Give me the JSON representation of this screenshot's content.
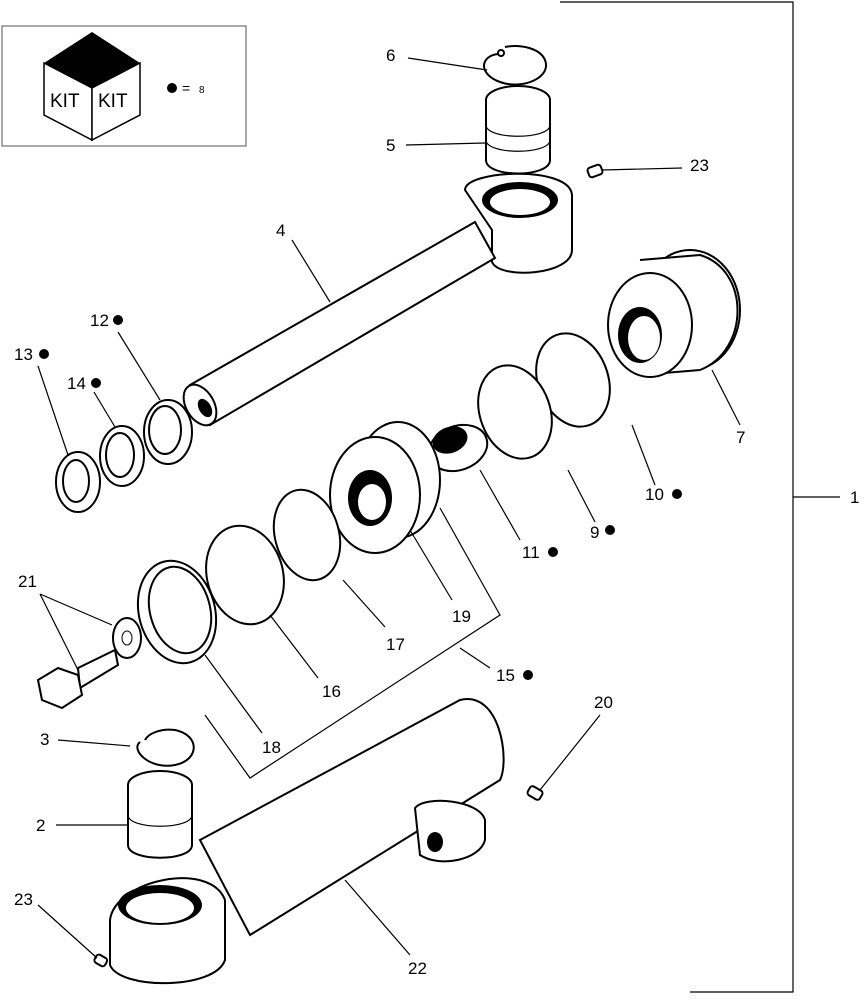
{
  "legend": {
    "kit_label_left": "KIT",
    "kit_label_right": "KIT",
    "equals": "=",
    "value": "8"
  },
  "callouts": {
    "c1": "1",
    "c2": "2",
    "c3": "3",
    "c4": "4",
    "c5": "5",
    "c6": "6",
    "c7": "7",
    "c9": "9",
    "c10": "10",
    "c11": "11",
    "c12": "12",
    "c13": "13",
    "c14": "14",
    "c15": "15",
    "c16": "16",
    "c17": "17",
    "c18": "18",
    "c19": "19",
    "c20": "20",
    "c21": "21",
    "c22": "22",
    "c23a": "23",
    "c23b": "23"
  },
  "kit_marked": [
    "9",
    "10",
    "11",
    "12",
    "13",
    "14",
    "15"
  ]
}
